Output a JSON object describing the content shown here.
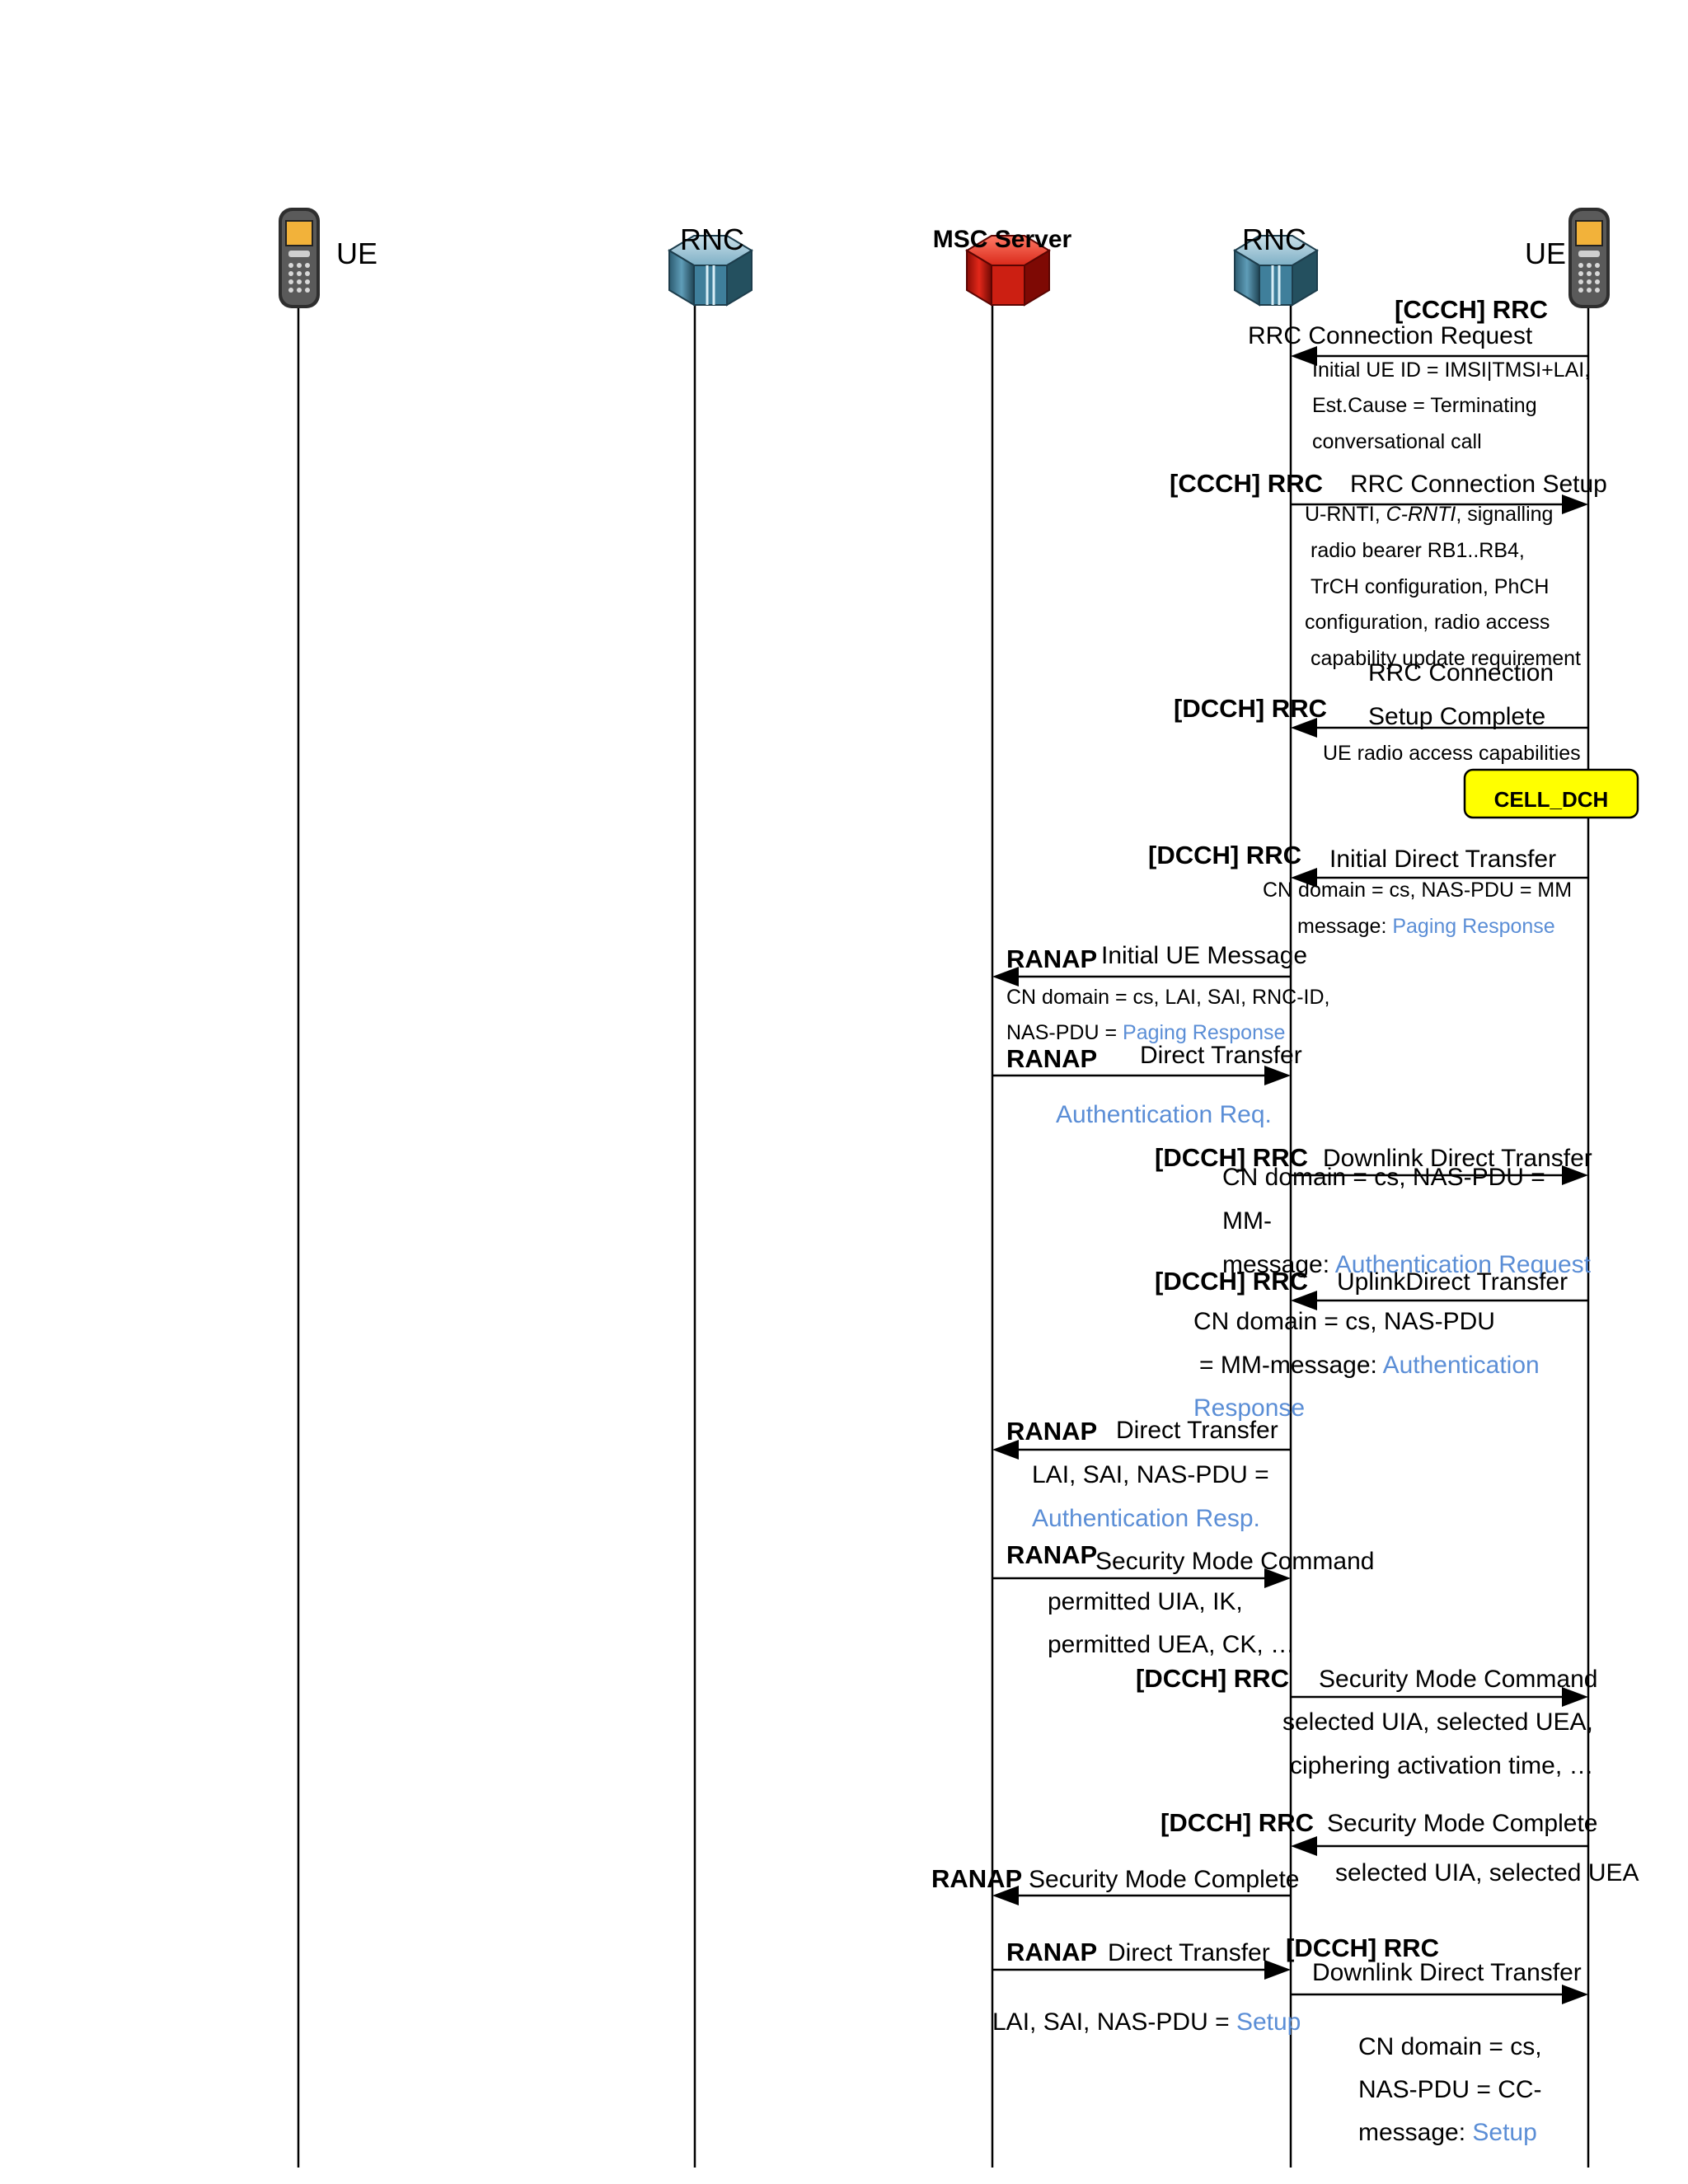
{
  "entities": [
    {
      "key": "ue1",
      "label": "UE",
      "icon": "mobile-phone-icon",
      "color": "#3b3b3b"
    },
    {
      "key": "rnc1",
      "label": "RNC",
      "icon": "rnc-cube-icon",
      "color": "#4a8aa6"
    },
    {
      "key": "msc",
      "label": "MSC Server",
      "icon": "msc-server-cube-icon",
      "color": "#c41a10"
    },
    {
      "key": "rnc2",
      "label": "RNC",
      "icon": "rnc-cube-icon",
      "color": "#4a8aa6"
    },
    {
      "key": "ue2",
      "label": "UE",
      "icon": "mobile-phone-icon",
      "color": "#3b3b3b"
    }
  ],
  "state_box": {
    "label": "CELL_DCH",
    "fill": "#ffff00"
  },
  "highlight_color": "#5b8ed6",
  "texts": [
    {
      "id": "t1",
      "parts": [
        "[CCCH] RRC"
      ],
      "cls": "tag"
    },
    {
      "id": "t2",
      "parts": [
        "RRC Connection Request"
      ],
      "cls": "msg"
    },
    {
      "id": "t3",
      "parts": [
        "Initial UE ID = IMSI|TMSI+LAI,"
      ],
      "cls": "msg-sm"
    },
    {
      "id": "t4",
      "parts": [
        "Est.Cause = Terminating"
      ],
      "cls": "msg-sm"
    },
    {
      "id": "t5",
      "parts": [
        "conversational call"
      ],
      "cls": "msg-sm"
    },
    {
      "id": "t6",
      "parts": [
        "[CCCH] RRC"
      ],
      "cls": "tag"
    },
    {
      "id": "t7",
      "parts": [
        "RRC Connection Setup"
      ],
      "cls": "msg"
    },
    {
      "id": "t8",
      "parts": [
        "U-RNTI, ",
        "*C-RNTI",
        ", signalling"
      ],
      "cls": "msg-sm"
    },
    {
      "id": "t9",
      "parts": [
        "radio bearer RB1..RB4,"
      ],
      "cls": "msg-sm"
    },
    {
      "id": "t10",
      "parts": [
        "TrCH configuration, PhCH"
      ],
      "cls": "msg-sm"
    },
    {
      "id": "t11",
      "parts": [
        "configuration, radio access"
      ],
      "cls": "msg-sm"
    },
    {
      "id": "t12",
      "parts": [
        "capability update requirement"
      ],
      "cls": "msg-sm"
    },
    {
      "id": "t13",
      "parts": [
        "RRC Connection"
      ],
      "cls": "msg"
    },
    {
      "id": "t14",
      "parts": [
        "[DCCH] RRC"
      ],
      "cls": "tag"
    },
    {
      "id": "t15",
      "parts": [
        "Setup Complete"
      ],
      "cls": "msg"
    },
    {
      "id": "t16",
      "parts": [
        "UE radio access capabilities"
      ],
      "cls": "msg-sm"
    },
    {
      "id": "t17",
      "parts": [
        "[DCCH] RRC"
      ],
      "cls": "tag"
    },
    {
      "id": "t18",
      "parts": [
        "Initial Direct Transfer"
      ],
      "cls": "msg"
    },
    {
      "id": "t19",
      "parts": [
        "CN domain = cs, NAS-PDU = MM"
      ],
      "cls": "msg-sm"
    },
    {
      "id": "t20",
      "parts": [
        "message: ",
        "^Paging Response"
      ],
      "cls": "msg-sm"
    },
    {
      "id": "t21",
      "parts": [
        "RANAP"
      ],
      "cls": "tag"
    },
    {
      "id": "t22",
      "parts": [
        "Initial UE Message"
      ],
      "cls": "msg"
    },
    {
      "id": "t23",
      "parts": [
        "CN domain = cs, LAI, SAI, RNC-ID,"
      ],
      "cls": "msg-sm"
    },
    {
      "id": "t24",
      "parts": [
        "NAS-PDU = ",
        "^Paging Response"
      ],
      "cls": "msg-sm"
    },
    {
      "id": "t25",
      "parts": [
        "RANAP"
      ],
      "cls": "tag"
    },
    {
      "id": "t26",
      "parts": [
        "Direct Transfer"
      ],
      "cls": "msg"
    },
    {
      "id": "t27",
      "parts": [
        "^Authentication Req."
      ],
      "cls": "msg"
    },
    {
      "id": "t28",
      "parts": [
        "[DCCH] RRC"
      ],
      "cls": "tag"
    },
    {
      "id": "t29",
      "parts": [
        "Downlink Direct Transfer"
      ],
      "cls": "msg"
    },
    {
      "id": "t30",
      "parts": [
        "CN domain = cs, NAS-PDU ="
      ],
      "cls": "msg"
    },
    {
      "id": "t31",
      "parts": [
        "MM-"
      ],
      "cls": "msg"
    },
    {
      "id": "t32",
      "parts": [
        "message: ",
        "^Authentication Request"
      ],
      "cls": "msg"
    },
    {
      "id": "t33",
      "parts": [
        "[DCCH] RRC"
      ],
      "cls": "tag"
    },
    {
      "id": "t34",
      "parts": [
        "UplinkDirect Transfer"
      ],
      "cls": "msg"
    },
    {
      "id": "t35",
      "parts": [
        "CN domain = cs, NAS-PDU"
      ],
      "cls": "msg"
    },
    {
      "id": "t36",
      "parts": [
        "= MM-message: ",
        "^Authentication"
      ],
      "cls": "msg"
    },
    {
      "id": "t37",
      "parts": [
        "^Response"
      ],
      "cls": "msg"
    },
    {
      "id": "t38",
      "parts": [
        "RANAP"
      ],
      "cls": "tag"
    },
    {
      "id": "t39",
      "parts": [
        "Direct Transfer"
      ],
      "cls": "msg"
    },
    {
      "id": "t40",
      "parts": [
        "LAI, SAI, NAS-PDU ="
      ],
      "cls": "msg"
    },
    {
      "id": "t41",
      "parts": [
        "^Authentication Resp."
      ],
      "cls": "msg"
    },
    {
      "id": "t42",
      "parts": [
        "RANAP"
      ],
      "cls": "tag"
    },
    {
      "id": "t43",
      "parts": [
        "Security Mode Command"
      ],
      "cls": "msg"
    },
    {
      "id": "t44",
      "parts": [
        "permitted UIA, IK,"
      ],
      "cls": "msg"
    },
    {
      "id": "t45",
      "parts": [
        "permitted UEA, CK, …"
      ],
      "cls": "msg"
    },
    {
      "id": "t46",
      "parts": [
        "[DCCH] RRC"
      ],
      "cls": "tag"
    },
    {
      "id": "t47",
      "parts": [
        "Security Mode Command"
      ],
      "cls": "msg"
    },
    {
      "id": "t48",
      "parts": [
        "selected UIA, selected UEA,"
      ],
      "cls": "msg"
    },
    {
      "id": "t49",
      "parts": [
        "ciphering activation time, …"
      ],
      "cls": "msg"
    },
    {
      "id": "t50",
      "parts": [
        "[DCCH] RRC"
      ],
      "cls": "tag"
    },
    {
      "id": "t51",
      "parts": [
        "Security Mode Complete"
      ],
      "cls": "msg"
    },
    {
      "id": "t52",
      "parts": [
        "selected UIA, selected UEA"
      ],
      "cls": "msg"
    },
    {
      "id": "t53",
      "parts": [
        "RANAP"
      ],
      "cls": "tag"
    },
    {
      "id": "t54",
      "parts": [
        "Security Mode Complete"
      ],
      "cls": "msg"
    },
    {
      "id": "t55",
      "parts": [
        "RANAP"
      ],
      "cls": "tag"
    },
    {
      "id": "t56",
      "parts": [
        "Direct Transfer"
      ],
      "cls": "msg"
    },
    {
      "id": "t57",
      "parts": [
        "[DCCH] RRC"
      ],
      "cls": "tag"
    },
    {
      "id": "t58",
      "parts": [
        "Downlink Direct Transfer"
      ],
      "cls": "msg"
    },
    {
      "id": "t59",
      "parts": [
        "LAI, SAI, NAS-PDU = ",
        "^Setup"
      ],
      "cls": "msg"
    },
    {
      "id": "t60",
      "parts": [
        "CN domain = cs,"
      ],
      "cls": "msg"
    },
    {
      "id": "t61",
      "parts": [
        "NAS-PDU = CC-"
      ],
      "cls": "msg"
    },
    {
      "id": "t62",
      "parts": [
        "message: ",
        "^Setup"
      ],
      "cls": "msg"
    }
  ]
}
